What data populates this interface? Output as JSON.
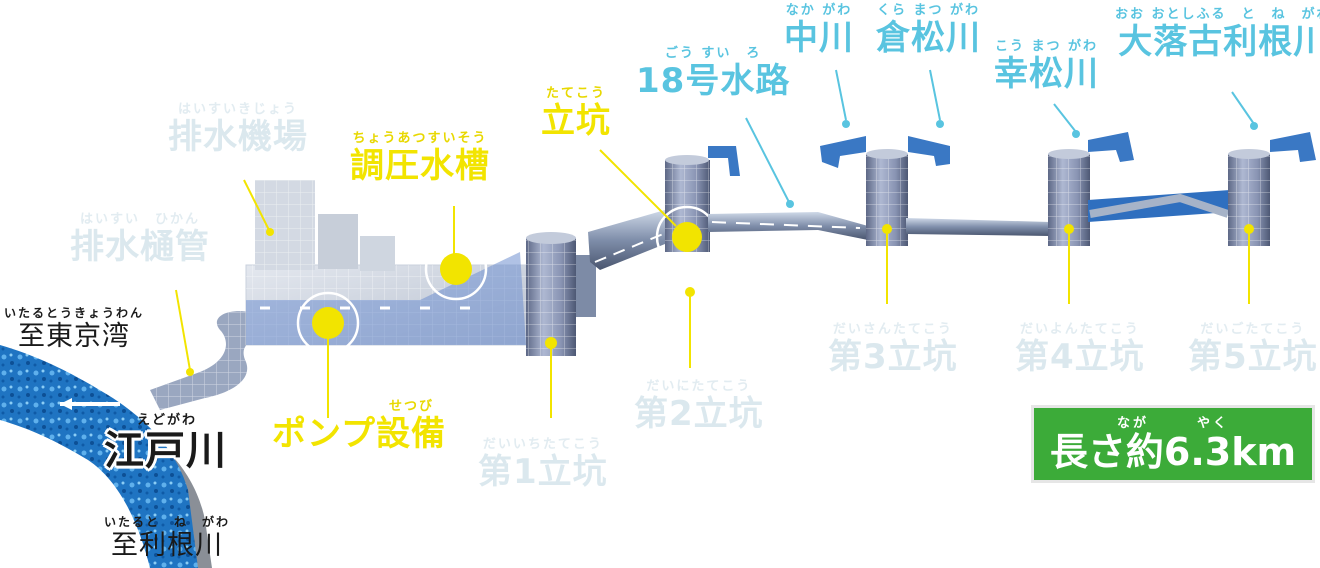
{
  "labels": {
    "haisuikijo": {
      "ruby": "はいすいきじょう",
      "name": "排水機場"
    },
    "haisuihikan": {
      "ruby": "はいすい　ひかん",
      "name": "排水樋管"
    },
    "choatsu": {
      "ruby": "ちょうあつすいそう",
      "name": "調圧水槽"
    },
    "tatekou": {
      "ruby": "たてこう",
      "name": "立坑"
    },
    "suiro18": {
      "ruby": "ごう すい　ろ",
      "name": "18号水路"
    },
    "pump": {
      "ruby": "せつび",
      "name": "ポンプ設備"
    },
    "shaft1": {
      "ruby": "だいいちたてこう",
      "name": "第1立坑"
    },
    "shaft2": {
      "ruby": "だいにたてこう",
      "name": "第2立坑"
    },
    "shaft3": {
      "ruby": "だいさんたてこう",
      "name": "第3立坑"
    },
    "shaft4": {
      "ruby": "だいよんたてこう",
      "name": "第4立坑"
    },
    "shaft5": {
      "ruby": "だいごたてこう",
      "name": "第5立坑"
    },
    "nakagawa": {
      "ruby": "なか がわ",
      "name": "中川"
    },
    "kuramatsu": {
      "ruby": "くら まつ がわ",
      "name": "倉松川"
    },
    "komatsu": {
      "ruby": "こう まつ がわ",
      "name": "幸松川"
    },
    "ootoshifurutone": {
      "ruby": "おお おとしふる　と　ね　がわ",
      "name": "大落古利根川"
    },
    "toTokyoBay": {
      "ruby": "いたるとうきょうわん",
      "name": "至東京湾"
    },
    "edogawa": {
      "ruby": "えどがわ",
      "name": "江戸川"
    },
    "toTone": {
      "ruby": "いたると　ね　がわ",
      "name": "至利根川"
    }
  },
  "length": {
    "ruby": "なが　　　やく",
    "text": "長さ約6.3km"
  },
  "colors": {
    "highlight": "#f2e400",
    "faded": "#dbe8ee",
    "cyan_label": "#59c4e0",
    "badge": "#3cab39",
    "river": "#1d72b8",
    "inlet": "#3a78c4"
  }
}
